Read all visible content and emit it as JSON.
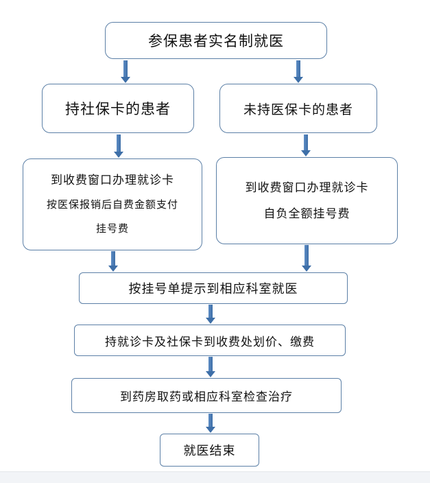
{
  "flowchart": {
    "top": "参保患者实名制就医",
    "left_branch": "持社保卡的患者",
    "right_branch": "未持医保卡的患者",
    "left_process": {
      "line1": "到收费窗口办理就诊卡",
      "line2": "按医保报销后自费金额支付",
      "line3": "挂号费"
    },
    "right_process": {
      "line1": "到收费窗口办理就诊卡",
      "line2": "自负全额挂号费"
    },
    "step1": "按挂号单提示到相应科室就医",
    "step2": "持就诊卡及社保卡到收费处划价、缴费",
    "step3": "到药房取药或相应科室检查治疗",
    "end": "就医结束"
  },
  "colors": {
    "border": "#5b7fa6",
    "arrow": "#3e6fa8"
  }
}
